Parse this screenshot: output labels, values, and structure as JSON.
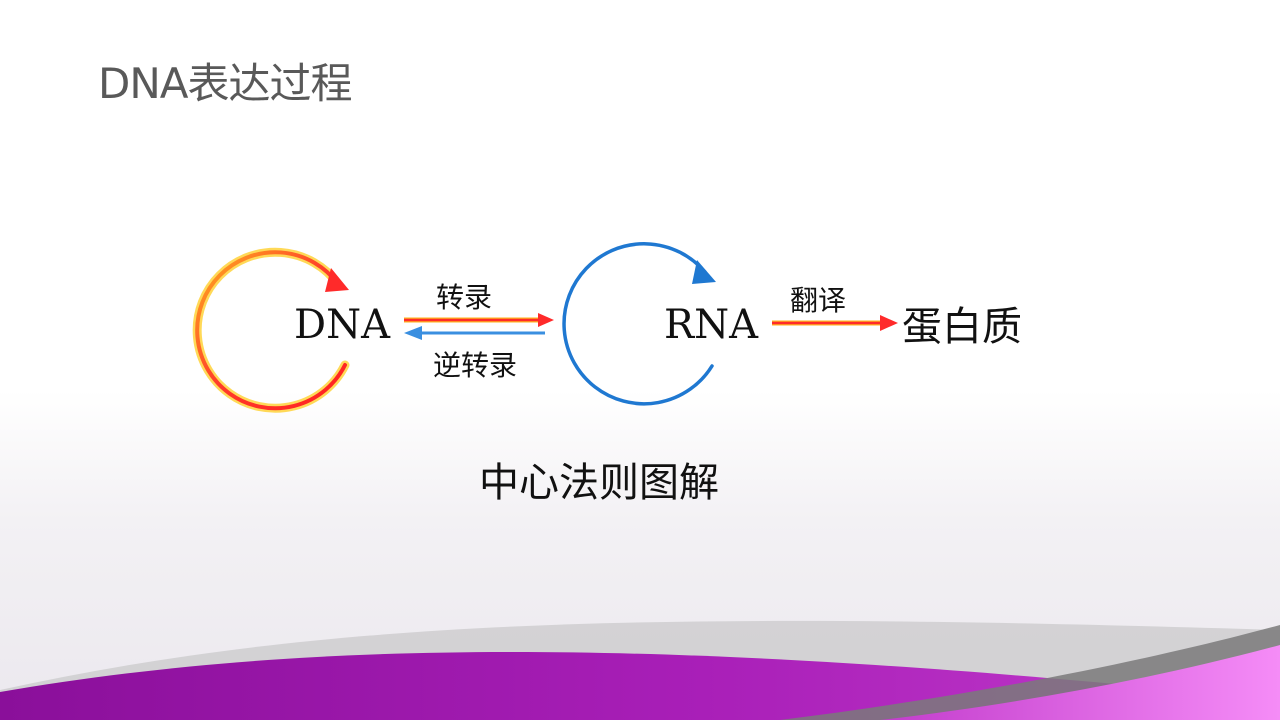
{
  "slide": {
    "title": "DNA表达过程"
  },
  "diagram": {
    "nodes": {
      "dna": "DNA",
      "rna": "RNA",
      "protein": "蛋白质"
    },
    "processes": {
      "transcription": "转录",
      "reverse_transcription": "逆转录",
      "translation": "翻译"
    },
    "caption": "中心法则图解"
  },
  "colors": {
    "dna_cycle_outer": "#ff2a2a",
    "dna_cycle_inner": "#ffd23a",
    "rna_cycle": "#1f78d1",
    "arrow_red": "#ff3b2f",
    "arrow_blue": "#3a8fe0",
    "footer_purple": "#a11fb0",
    "footer_pink": "#e86ff0"
  }
}
